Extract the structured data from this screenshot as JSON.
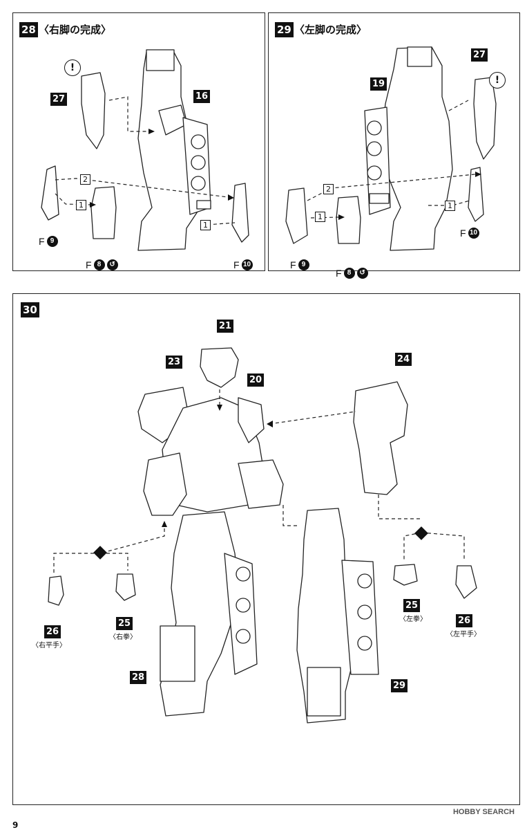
{
  "steps": {
    "s28": {
      "number": "28",
      "title": "〈右脚の完成〉"
    },
    "s29": {
      "number": "29",
      "title": "〈左脚の完成〉"
    },
    "s30": {
      "number": "30"
    }
  },
  "panel28": {
    "part_tags": {
      "p27": "27",
      "p16": "16"
    },
    "warning": "!",
    "steps": {
      "a": "2",
      "b": "1",
      "c": "1"
    },
    "runner_labels": {
      "f9_letter": "F",
      "f9_num": "9",
      "f8_letter": "F",
      "f8_num": "8",
      "f10_letter": "F",
      "f10_num": "10"
    }
  },
  "panel29": {
    "part_tags": {
      "p27": "27",
      "p19": "19"
    },
    "warning": "!",
    "steps": {
      "a": "2",
      "b": "1",
      "c": "1"
    },
    "runner_labels": {
      "f9_letter": "F",
      "f9_num": "9",
      "f8_letter": "F",
      "f8_num": "8",
      "f10_letter": "F",
      "f10_num": "10"
    }
  },
  "panel30": {
    "part_tags": {
      "p21": "21",
      "p23": "23",
      "p20": "20",
      "p24": "24",
      "p26l": "26",
      "p25l": "25",
      "p25r": "25",
      "p26r": "26",
      "p28": "28",
      "p29": "29"
    },
    "hand_labels": {
      "right_open": "〈右平手〉",
      "right_fist": "〈右拳〉",
      "left_fist": "〈左拳〉",
      "left_open": "〈左平手〉"
    }
  },
  "footer": {
    "page_number": "9",
    "watermark": "HOBBY SEARCH"
  }
}
